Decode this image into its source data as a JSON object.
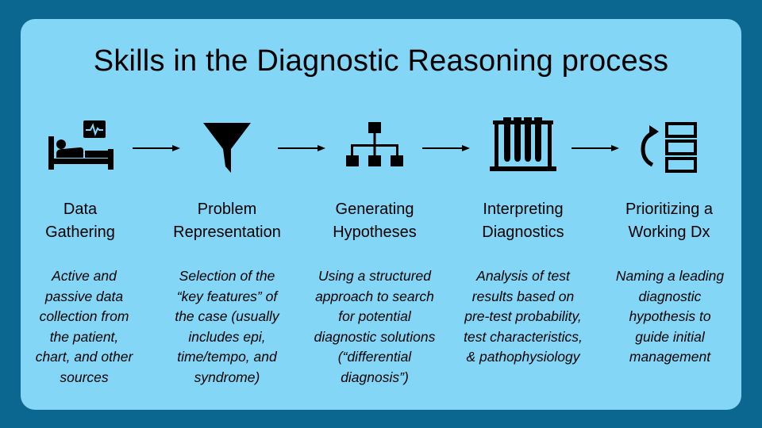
{
  "title": "Skills in the Diagnostic Reasoning process",
  "colors": {
    "background": "#0b6690",
    "panel": "#84d6f6",
    "ink": "#000000"
  },
  "steps": [
    {
      "icon": "hospital-bed-monitor-icon",
      "title_line1": "Data",
      "title_line2": "Gathering",
      "desc": [
        "Active and",
        "passive data",
        "collection from",
        "the patient,",
        "chart, and other",
        "sources"
      ]
    },
    {
      "icon": "funnel-icon",
      "title_line1": "Problem",
      "title_line2": "Representation",
      "desc": [
        "Selection of the",
        "“key features” of",
        "the case (usually",
        "includes epi,",
        "time/tempo, and",
        "syndrome)"
      ]
    },
    {
      "icon": "hierarchy-icon",
      "title_line1": "Generating",
      "title_line2": "Hypotheses",
      "desc": [
        "Using a structured",
        "approach to search",
        "for potential",
        "diagnostic solutions",
        "(“differential",
        "diagnosis”)"
      ]
    },
    {
      "icon": "test-tubes-icon",
      "title_line1": "Interpreting",
      "title_line2": "Diagnostics",
      "desc": [
        "Analysis of test",
        "results based on",
        "pre-test probability,",
        "test characteristics,",
        "& pathophysiology"
      ]
    },
    {
      "icon": "reorder-list-icon",
      "title_line1": "Prioritizing a",
      "title_line2": "Working Dx",
      "desc": [
        "Naming a leading",
        "diagnostic",
        "hypothesis to",
        "guide initial",
        "management"
      ]
    }
  ]
}
